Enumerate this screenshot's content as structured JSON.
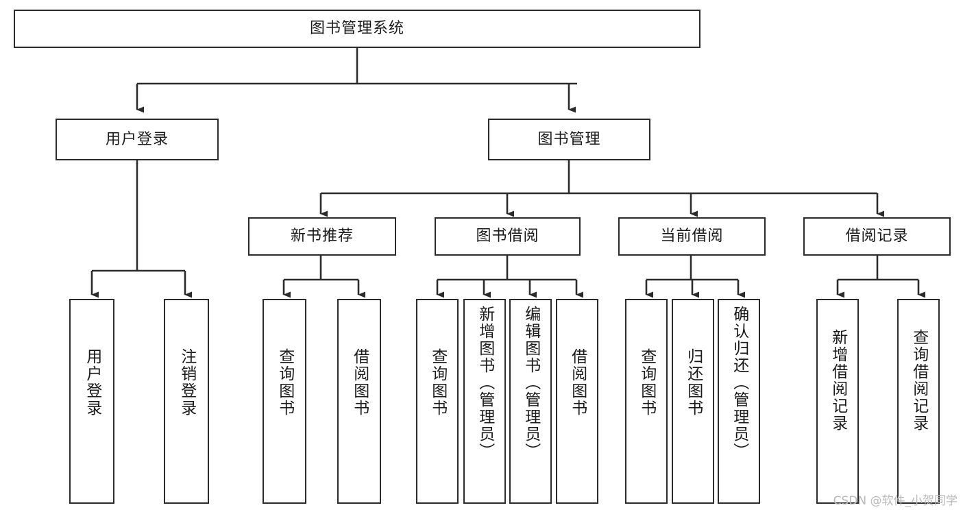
{
  "diagram": {
    "type": "tree",
    "title": "图书管理系统",
    "watermark": "CSDN @软件_小贺同学",
    "colors": {
      "stroke": "#2b2b2b",
      "fill": "#ffffff",
      "text": "#1a1a1a",
      "watermark": "#b9b9b9"
    },
    "nodes": {
      "root": {
        "label": "图书管理系统"
      },
      "level1": [
        {
          "id": "user-login",
          "label": "用户登录"
        },
        {
          "id": "book-manage",
          "label": "图书管理"
        }
      ],
      "level2": [
        {
          "id": "new-book-recommend",
          "label": "新书推荐"
        },
        {
          "id": "book-borrow",
          "label": "图书借阅"
        },
        {
          "id": "current-borrow",
          "label": "当前借阅"
        },
        {
          "id": "borrow-record",
          "label": "借阅记录"
        }
      ],
      "leaves": {
        "user-login": [
          {
            "id": "leaf-user-login",
            "label": "用户登录"
          },
          {
            "id": "leaf-user-logout",
            "label": "注销登录"
          }
        ],
        "new-book-recommend": [
          {
            "id": "leaf-query-book-1",
            "label": "查询图书"
          },
          {
            "id": "leaf-borrow-book-1",
            "label": "借阅图书"
          }
        ],
        "book-borrow": [
          {
            "id": "leaf-query-book-2",
            "label": "查询图书"
          },
          {
            "id": "leaf-add-book",
            "label": "新增图书（管理员）"
          },
          {
            "id": "leaf-edit-book",
            "label": "编辑图书（管理员）"
          },
          {
            "id": "leaf-borrow-book-2",
            "label": "借阅图书"
          }
        ],
        "current-borrow": [
          {
            "id": "leaf-query-book-3",
            "label": "查询图书"
          },
          {
            "id": "leaf-return-book",
            "label": "归还图书"
          },
          {
            "id": "leaf-confirm-return",
            "label": "确认归还（管理员）"
          }
        ],
        "borrow-record": [
          {
            "id": "leaf-add-record",
            "label": "新增借阅记录"
          },
          {
            "id": "leaf-query-record",
            "label": "查询借阅记录"
          }
        ]
      }
    }
  }
}
